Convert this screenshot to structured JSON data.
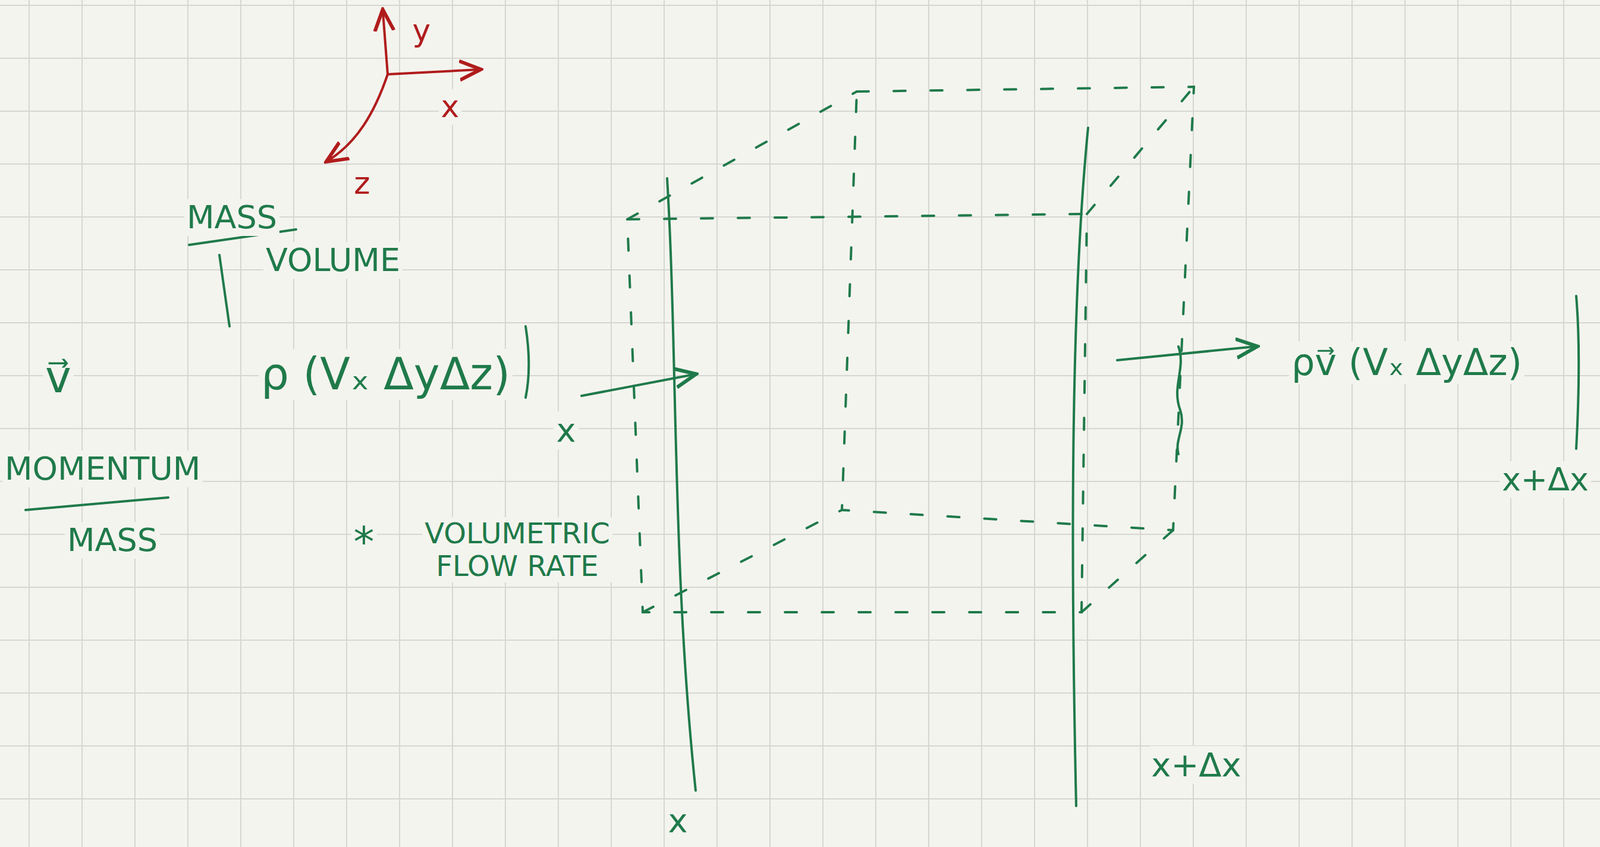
{
  "diagram": {
    "labels": [
      "y",
      "x",
      "z",
      "MASS",
      "VOLUME",
      "ρ (Vₓ ΔyΔz)",
      "x",
      "v⃗",
      "MOMENTUM",
      "MASS",
      "*",
      "VOLUMETRIC FLOW RATE",
      "ρv⃗ (Vₓ ΔyΔz)",
      "x+Δx",
      "x",
      "x+Δx"
    ]
  }
}
